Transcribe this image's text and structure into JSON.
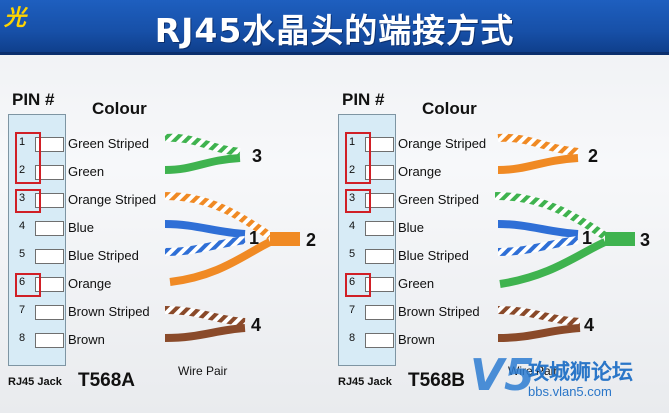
{
  "header": {
    "title": "RJ45水晶头的端接方式",
    "corner_glyph": "光"
  },
  "panels": [
    {
      "pin_header": "PIN #",
      "colour_header": "Colour",
      "pins": [
        {
          "num": "1",
          "colour": "Green Striped"
        },
        {
          "num": "2",
          "colour": "Green"
        },
        {
          "num": "3",
          "colour": "Orange Striped"
        },
        {
          "num": "4",
          "colour": "Blue"
        },
        {
          "num": "5",
          "colour": "Blue Striped"
        },
        {
          "num": "6",
          "colour": "Orange"
        },
        {
          "num": "7",
          "colour": "Brown Striped"
        },
        {
          "num": "8",
          "colour": "Brown"
        }
      ],
      "pair_labels": [
        "3",
        "1",
        "2",
        "4"
      ],
      "wire_pair_label": "Wire Pair",
      "jack_label": "RJ45 Jack",
      "standard": "T568A"
    },
    {
      "pin_header": "PIN #",
      "colour_header": "Colour",
      "pins": [
        {
          "num": "1",
          "colour": "Orange Striped"
        },
        {
          "num": "2",
          "colour": "Orange"
        },
        {
          "num": "3",
          "colour": "Green Striped"
        },
        {
          "num": "4",
          "colour": "Blue"
        },
        {
          "num": "5",
          "colour": "Blue Striped"
        },
        {
          "num": "6",
          "colour": "Green"
        },
        {
          "num": "7",
          "colour": "Brown Striped"
        },
        {
          "num": "8",
          "colour": "Brown"
        }
      ],
      "pair_labels": [
        "2",
        "1",
        "3",
        "4"
      ],
      "wire_pair_label": "Wire Pair",
      "jack_label": "RJ45 Jack",
      "standard": "T568B"
    }
  ],
  "watermark": {
    "mark": "V5",
    "brand": "攻城狮论坛",
    "url": "bbs.vlan5.com"
  },
  "colors": {
    "green": "#3fb34f",
    "orange": "#f08a24",
    "blue": "#2f6fd6",
    "brown": "#8a4a2a",
    "highlight": "#d01f26",
    "banner": "#1750a8",
    "jack": "#d7ebf6"
  }
}
